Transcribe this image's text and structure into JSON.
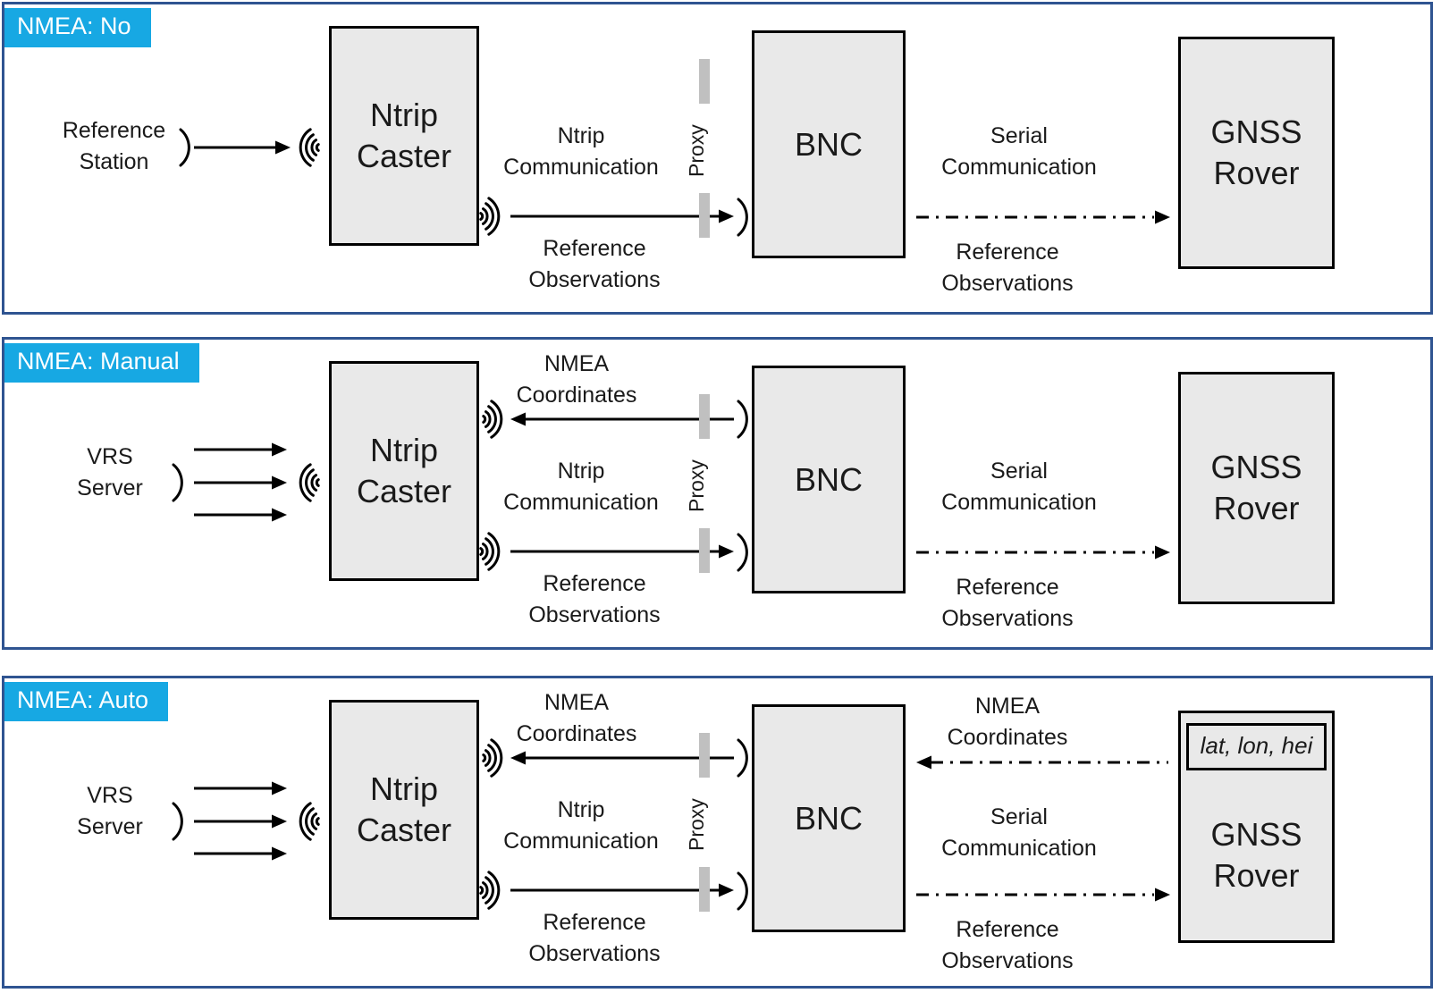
{
  "colors": {
    "panel_border": "#2F5491",
    "tag_background": "#17A8E3",
    "tag_text": "#FFFFFF",
    "box_fill": "#E9E9E9",
    "box_border": "#000000",
    "proxy_bar": "#C0C0C0",
    "arrow": "#000000"
  },
  "panels": [
    {
      "tag": "NMEA: No",
      "source1": "Reference",
      "source2": "Station",
      "caster1": "Ntrip",
      "caster2": "Caster",
      "bnc": "BNC",
      "rover1": "GNSS",
      "rover2": "Rover",
      "proxy": "Proxy",
      "mid_top1": "Ntrip",
      "mid_top2": "Communication",
      "mid_bot1": "Reference",
      "mid_bot2": "Observations",
      "right_top1": "Serial",
      "right_top2": "Communication",
      "right_bot1": "Reference",
      "right_bot2": "Observations"
    },
    {
      "tag": "NMEA: Manual",
      "source1": "VRS",
      "source2": "Server",
      "nmea1": "NMEA",
      "nmea2": "Coordinates",
      "caster1": "Ntrip",
      "caster2": "Caster",
      "bnc": "BNC",
      "rover1": "GNSS",
      "rover2": "Rover",
      "proxy": "Proxy",
      "mid_top1": "Ntrip",
      "mid_top2": "Communication",
      "mid_bot1": "Reference",
      "mid_bot2": "Observations",
      "right_top1": "Serial",
      "right_top2": "Communication",
      "right_bot1": "Reference",
      "right_bot2": "Observations"
    },
    {
      "tag": "NMEA: Auto",
      "source1": "VRS",
      "source2": "Server",
      "nmea1": "NMEA",
      "nmea2": "Coordinates",
      "caster1": "Ntrip",
      "caster2": "Caster",
      "bnc": "BNC",
      "rover1": "GNSS",
      "rover2": "Rover",
      "rover_inner": "lat, lon, hei",
      "rover_nmea1": "NMEA",
      "rover_nmea2": "Coordinates",
      "proxy": "Proxy",
      "mid_top1": "Ntrip",
      "mid_top2": "Communication",
      "mid_bot1": "Reference",
      "mid_bot2": "Observations",
      "right_top1": "Serial",
      "right_top2": "Communication",
      "right_bot1": "Reference",
      "right_bot2": "Observations"
    }
  ]
}
